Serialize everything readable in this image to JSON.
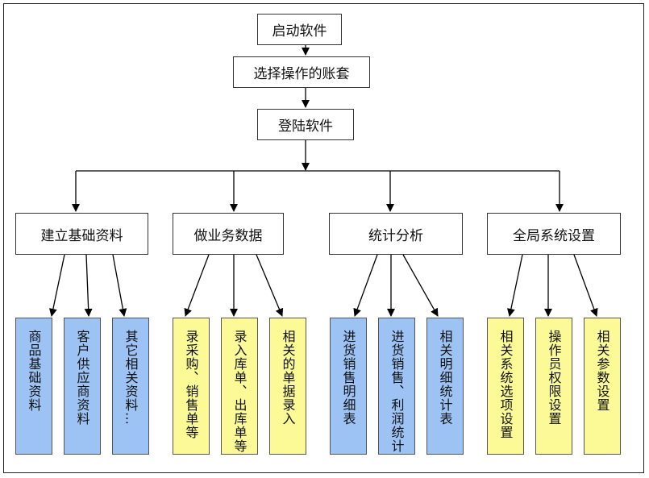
{
  "flow": {
    "start": "启动软件",
    "select": "选择操作的账套",
    "login": "登陆软件"
  },
  "categories": [
    {
      "label": "建立基础资料",
      "items": [
        {
          "label": "商品基础资料",
          "color": "#9dc3f5"
        },
        {
          "label": "客户供应商资料",
          "color": "#9dc3f5"
        },
        {
          "label": "其它相关资料…",
          "color": "#9dc3f5"
        }
      ]
    },
    {
      "label": "做业务数据",
      "items": [
        {
          "label": "录采购、销售单等",
          "color": "#fbfa97"
        },
        {
          "label": "录入库单、出库单等",
          "color": "#fbfa97"
        },
        {
          "label": "相关的单据录入",
          "color": "#fbfa97"
        }
      ]
    },
    {
      "label": "统计分析",
      "items": [
        {
          "label": "进货销售明细表",
          "color": "#9dc3f5"
        },
        {
          "label": "进货销售、利润统计",
          "color": "#9dc3f5"
        },
        {
          "label": "相关明细统计表",
          "color": "#9dc3f5"
        }
      ]
    },
    {
      "label": "全局系统设置",
      "items": [
        {
          "label": "相关系统选项设置",
          "color": "#fbfa97"
        },
        {
          "label": "操作员权限设置",
          "color": "#fbfa97"
        },
        {
          "label": "相关参数设置",
          "color": "#fbfa97"
        }
      ]
    }
  ]
}
